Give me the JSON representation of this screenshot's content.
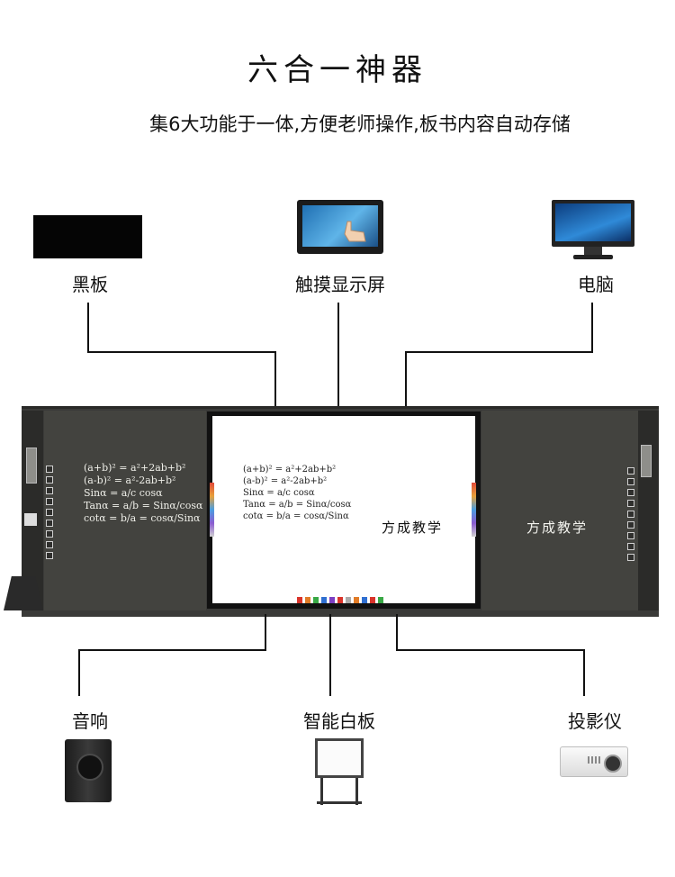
{
  "header": {
    "title": "六合一神器",
    "subtitle": "集6大功能于一体,方便老师操作,板书内容自动存储"
  },
  "top_items": [
    {
      "label": "黑板",
      "icon": "blackboard-icon"
    },
    {
      "label": "触摸显示屏",
      "icon": "touch-display-icon"
    },
    {
      "label": "电脑",
      "icon": "computer-monitor-icon"
    }
  ],
  "bottom_items": [
    {
      "label": "音响",
      "icon": "speaker-icon"
    },
    {
      "label": "智能白板",
      "icon": "whiteboard-icon"
    },
    {
      "label": "投影仪",
      "icon": "projector-icon"
    }
  ],
  "board": {
    "left_math": [
      "(a+b)² = a²+2ab+b²",
      "(a-b)² = a²-2ab+b²",
      "Sinα = a/c   cosα",
      "Tanα = a/b = Sinα/cosα",
      "cotα = b/a = cosα/Sinα"
    ],
    "screen_math": [
      "(a+b)² = a²+2ab+b²",
      "(a-b)² = a²-2ab+b²",
      "Sinα = a/c   cosα",
      "Tanα = a/b = Sinα/cosα",
      "cotα = b/a = cosα/Sinα"
    ],
    "screen_brand": "方成教学",
    "right_brand": "方成教学"
  },
  "colors": {
    "board": "#3a3a38",
    "panel": "#43433f",
    "line": "#111111"
  }
}
